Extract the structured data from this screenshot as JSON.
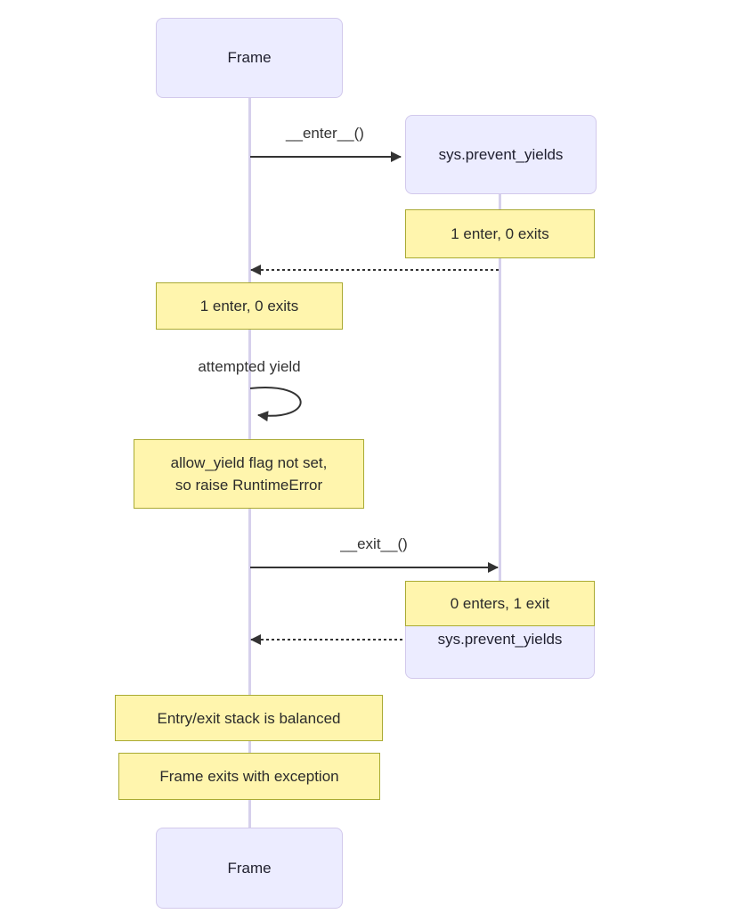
{
  "diagram_type": "sequence-diagram",
  "colors": {
    "actor_fill": "#ececff",
    "actor_border": "#d2c9ec",
    "note_fill": "#fff5ad",
    "note_border": "#aaaa33",
    "lifeline": "#d6d0ec",
    "arrow": "#333333",
    "text": "#333333"
  },
  "actors": {
    "frame_top": {
      "label": "Frame"
    },
    "sys_top": {
      "label": "sys.prevent_yields"
    },
    "sys_bottom": {
      "label": "sys.prevent_yields"
    },
    "frame_bottom": {
      "label": "Frame"
    }
  },
  "messages": {
    "enter": {
      "label": "__enter__()",
      "style": "solid"
    },
    "return_after_enter": {
      "label": "",
      "style": "dashed"
    },
    "self_loop": {
      "label": "attempted yield",
      "style": "self"
    },
    "exit": {
      "label": "__exit__()",
      "style": "solid"
    },
    "return_after_exit": {
      "label": "",
      "style": "dashed"
    }
  },
  "notes": {
    "sys_enter_count": {
      "text": "1 enter, 0 exits"
    },
    "frame_enter_count": {
      "text": "1 enter, 0 exits"
    },
    "runtime_error": {
      "line1": "allow_yield flag not set,",
      "line2": "so raise RuntimeError"
    },
    "sys_exit_count": {
      "text": "0 enters, 1 exit"
    },
    "stack_balanced": {
      "text": "Entry/exit stack is balanced"
    },
    "frame_exception": {
      "text": "Frame exits with exception"
    }
  }
}
